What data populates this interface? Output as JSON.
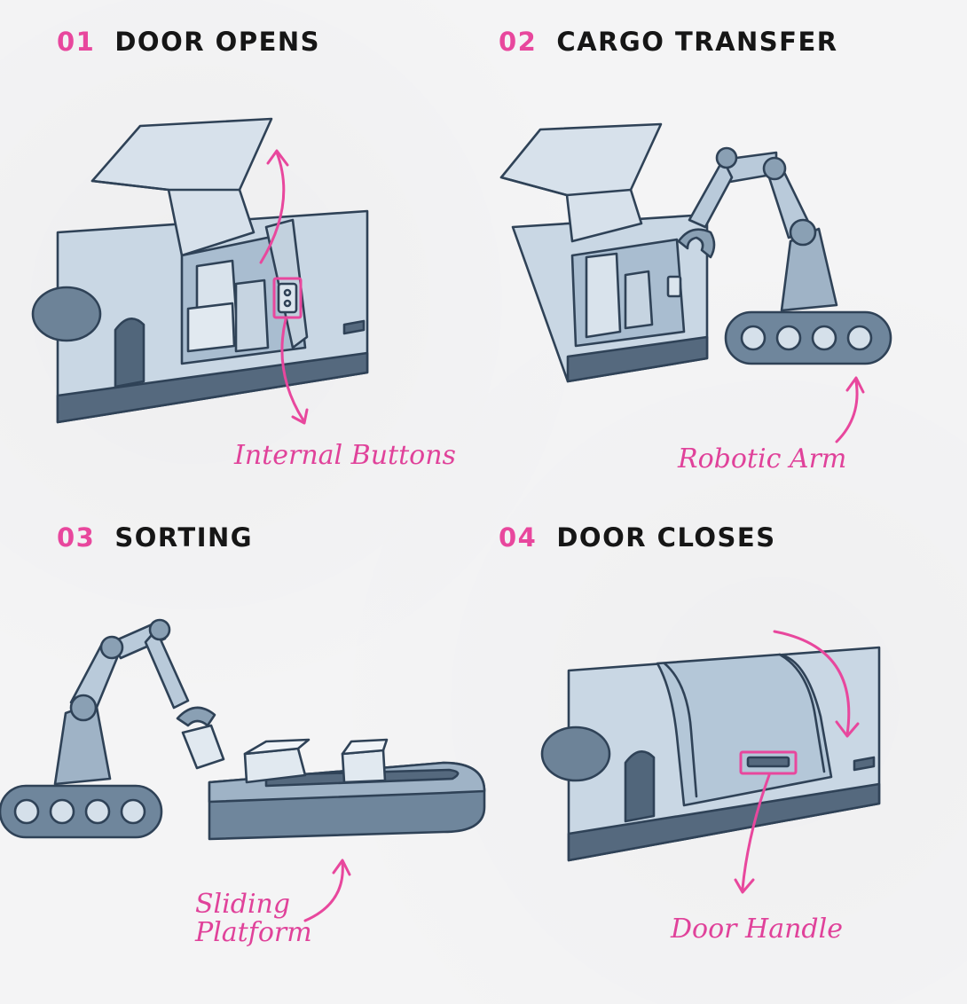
{
  "colors": {
    "accent": "#e8479d",
    "heading": "#161616",
    "line": "#2f4257",
    "panel_light": "#d5e0ea",
    "panel_mid": "#b4c7d8",
    "panel_dark": "#6f869c"
  },
  "steps": [
    {
      "number": "01",
      "title": "DOOR OPENS",
      "annotation": "Internal Buttons"
    },
    {
      "number": "02",
      "title": "CARGO TRANSFER",
      "annotation": "Robotic Arm"
    },
    {
      "number": "03",
      "title": "SORTING",
      "annotation_line1": "Sliding",
      "annotation_line2": "Platform"
    },
    {
      "number": "04",
      "title": "DOOR CLOSES",
      "annotation": "Door Handle"
    }
  ]
}
